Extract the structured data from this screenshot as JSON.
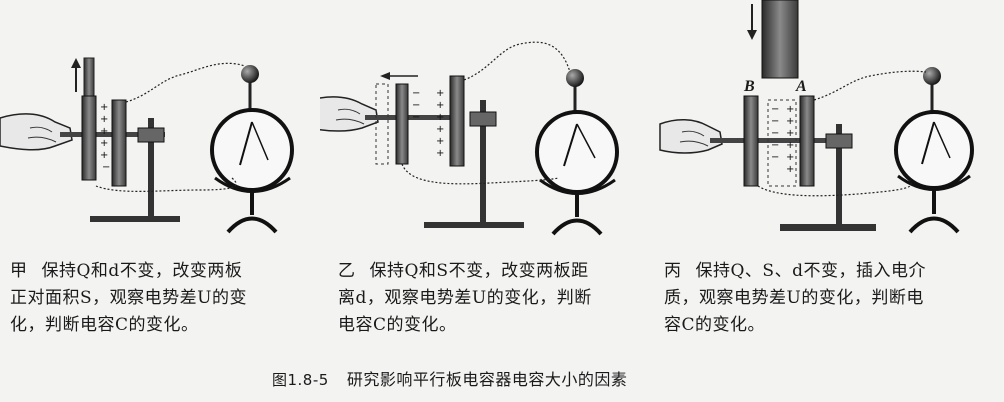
{
  "panels": [
    {
      "tag": "甲",
      "lines": [
        "保持Q和d不变，改变两板",
        "正对面积S，观察电势差U的变",
        "化，判断电容C的变化。"
      ]
    },
    {
      "tag": "乙",
      "lines": [
        "保持Q和S不变，改变两板距",
        "离d，观察电势差U的变化，判断",
        "电容C的变化。"
      ]
    },
    {
      "tag": "丙",
      "lines": [
        "保持Q、S、d不变，插入电介",
        "质，观察电势差U的变化，判断电",
        "容C的变化。"
      ]
    }
  ],
  "plate_labels": {
    "b": "B",
    "a": "A"
  },
  "figure_caption": {
    "number": "图1.8-5",
    "text": "研究影响平行板电容器电容大小的因素"
  },
  "colors": {
    "ink": "#1a1a1a",
    "paper": "#f3f3f1",
    "metal": "#555555"
  },
  "icons": [
    "hand-icon",
    "capacitor-plate-icon",
    "electroscope-icon",
    "clamp-stand-icon",
    "arrow-up-icon",
    "arrow-left-icon",
    "arrow-down-icon"
  ]
}
